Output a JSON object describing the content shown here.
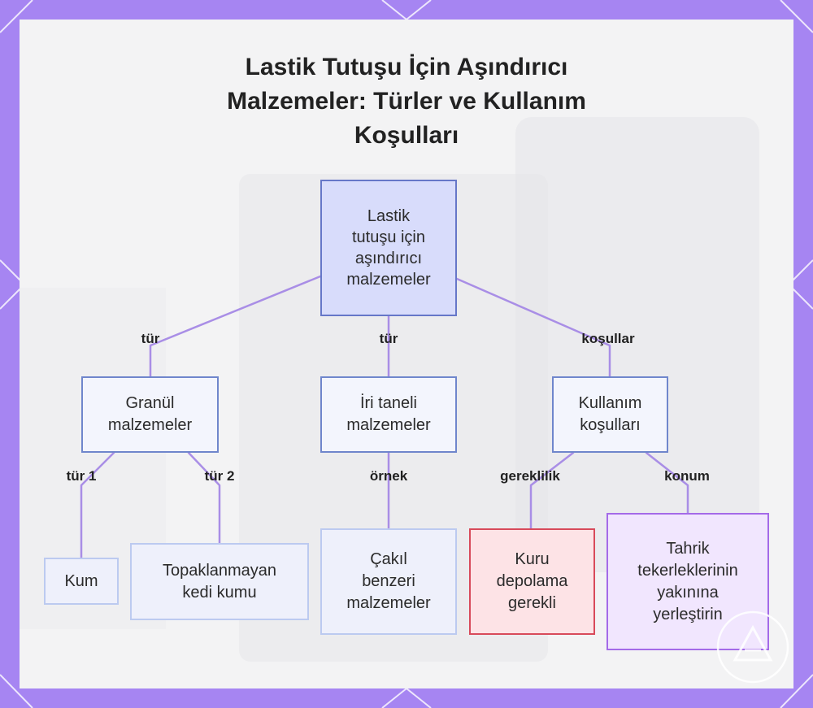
{
  "title": {
    "line1": "Lastik Tutuşu İçin Aşındırıcı",
    "line2": "Malzemeler: Türler ve Kullanım",
    "line3": "Koşulları"
  },
  "nodes": {
    "root": "Lastik\ntutuşu için\naşındırıcı\nmalzemeler",
    "granular": "Granül\nmalzemeler",
    "coarse": "İri taneli\nmalzemeler",
    "conditions": "Kullanım\nkoşulları",
    "sand": "Kum",
    "litter": "Topaklanmayan\nkedi kumu",
    "gravel": "Çakıl\nbenzeri\nmalzemeler",
    "storage": "Kuru\ndepolama\ngerekli",
    "placement": "Tahrik\ntekerleklerinin\nyakınına\nyerleştirin"
  },
  "edge_labels": {
    "root_granular": "tür",
    "root_coarse": "tür",
    "root_conditions": "koşullar",
    "granular_sand": "tür 1",
    "granular_litter": "tür 2",
    "coarse_gravel": "örnek",
    "conditions_storage": "gereklilik",
    "conditions_placement": "konum"
  },
  "colors": {
    "frame": "#a685f2",
    "edge": "#a98ee6",
    "root_fill": "#d8dcfb",
    "storage_border": "#d84a5a",
    "placement_border": "#a46ae8"
  }
}
